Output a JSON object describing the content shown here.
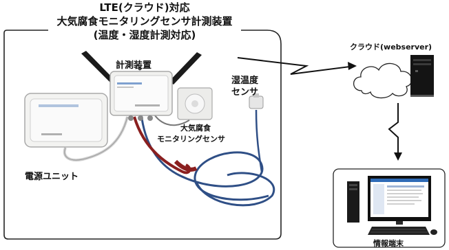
{
  "title": {
    "line1": "LTE(クラウド)対応",
    "line2": "大気腐食モニタリングセンサ計測装置",
    "line3": "(温度・湿度計測対応)"
  },
  "labels": {
    "measurement_device": "計測装置",
    "humidity_sensor_line1": "湿温度",
    "humidity_sensor_line2": "センサ",
    "corrosion_sensor_line1": "大気腐食",
    "corrosion_sensor_line2": "モニタリングセンサ",
    "power_unit": "電源ユニット",
    "cloud": "クラウド(webserver)",
    "info_terminal": "情報端末"
  },
  "colors": {
    "frame": "#222222",
    "cable_blue": "#2f4f86",
    "cable_red": "#8a1f1f",
    "device_body": "#f1f1ef",
    "screen_blue": "#2f6bb7"
  }
}
